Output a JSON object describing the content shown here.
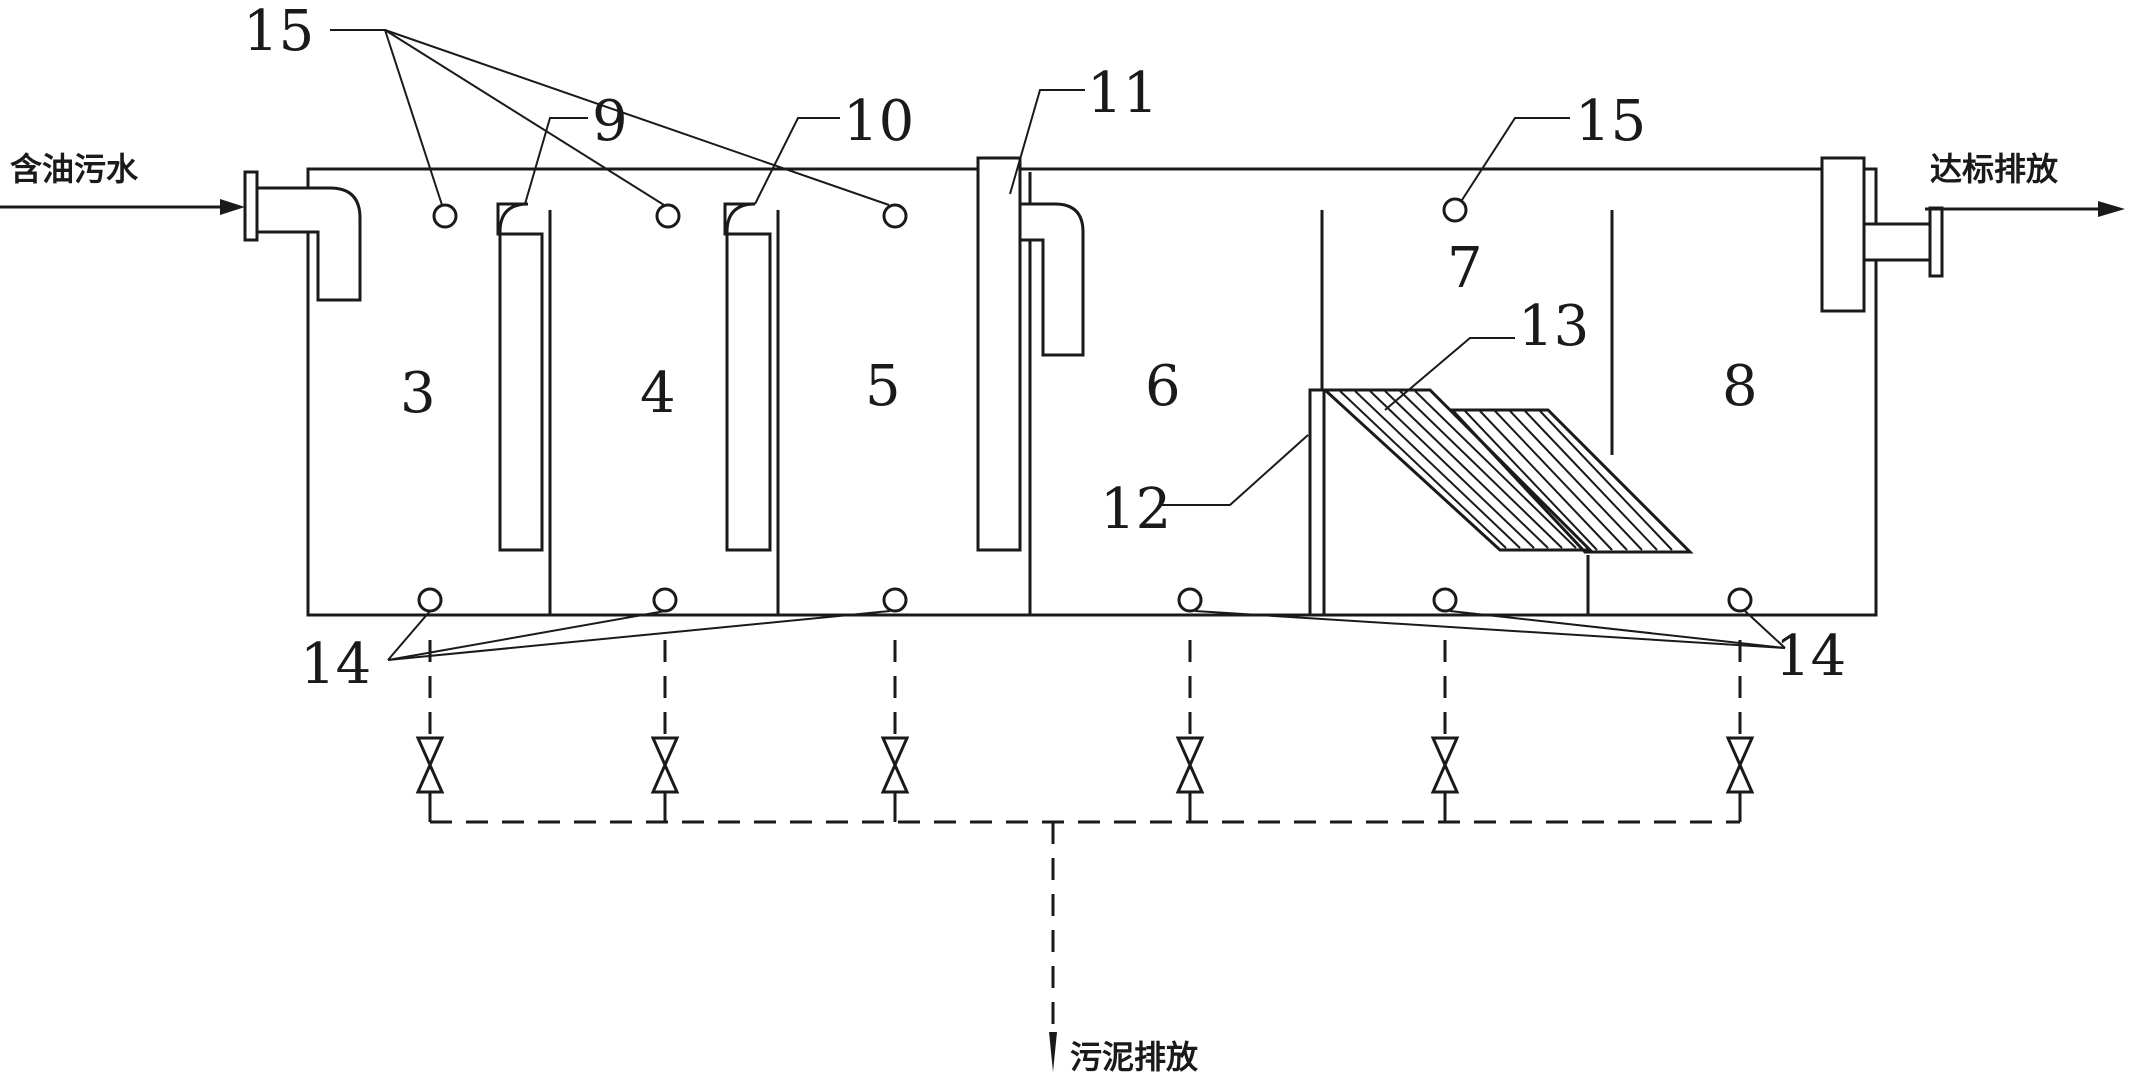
{
  "labels": {
    "inlet": "含油污水",
    "outlet": "达标排放",
    "sludge": "污泥排放"
  },
  "chambers": [
    "3",
    "4",
    "5",
    "6",
    "7",
    "8"
  ],
  "callouts": {
    "c15_left": "15",
    "c15_right": "15",
    "c9": "9",
    "c10": "10",
    "c11": "11",
    "c12": "12",
    "c13": "13",
    "c14_left": "14",
    "c14_right": "14"
  },
  "colors": {
    "line": "#1a1a1a",
    "background": "#ffffff"
  }
}
